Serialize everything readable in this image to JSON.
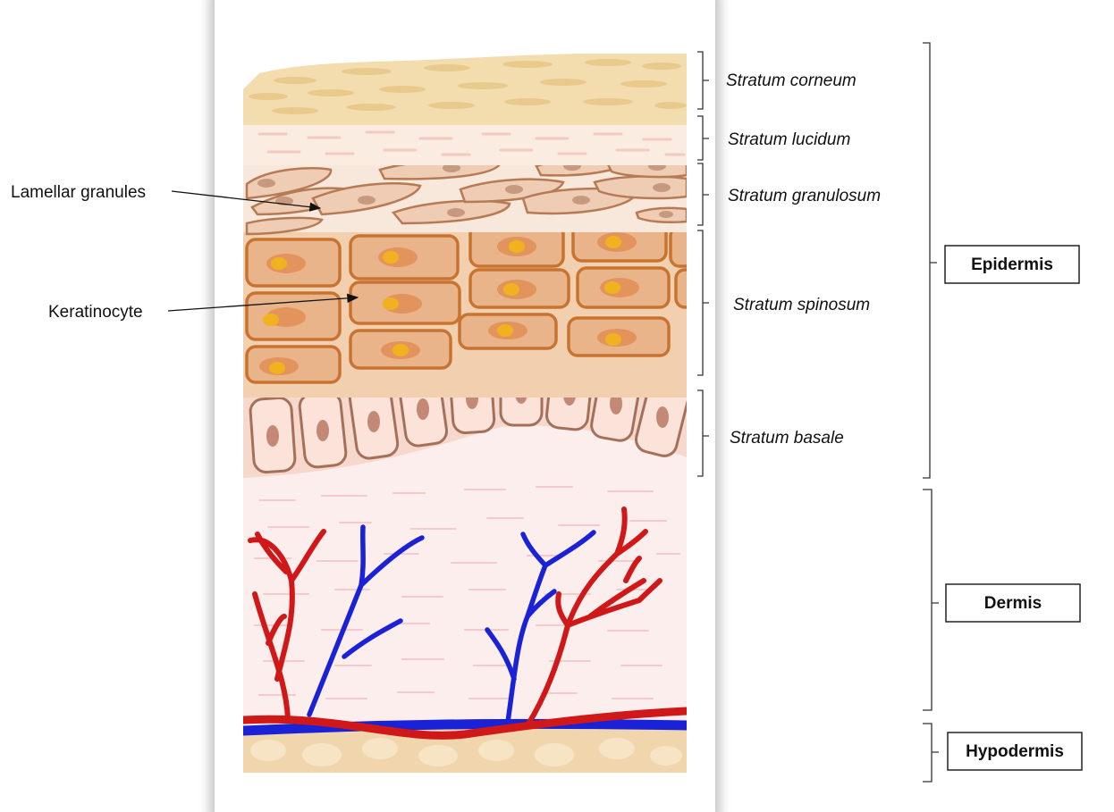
{
  "layers": [
    {
      "id": "corneum",
      "label": "Stratum corneum"
    },
    {
      "id": "lucidum",
      "label": "Stratum lucidum"
    },
    {
      "id": "granulosum",
      "label": "Stratum granulosum"
    },
    {
      "id": "spinosum",
      "label": "Stratum spinosum"
    },
    {
      "id": "basale",
      "label": "Stratum basale"
    }
  ],
  "regions": [
    {
      "id": "epidermis",
      "label": "Epidermis"
    },
    {
      "id": "dermis",
      "label": "Dermis"
    },
    {
      "id": "hypodermis",
      "label": "Hypodermis"
    }
  ],
  "callouts": [
    {
      "id": "lamellar",
      "label": "Lamellar granules"
    },
    {
      "id": "keratinocyte",
      "label": "Keratinocyte"
    }
  ],
  "colors": {
    "artery": "#d01818",
    "vein": "#1a22d8",
    "corneum": "#f3dcae",
    "granulosum_cell": "#efcdb4",
    "spinosum_cell": "#eab48a",
    "spinosum_border": "#c87430",
    "nucleus_yellow": "#f0b21e",
    "basale_cell": "#fbe3da",
    "basale_border": "#a5705a",
    "dermis": "#fdeeee",
    "hypodermis": "#f1d6ad"
  }
}
